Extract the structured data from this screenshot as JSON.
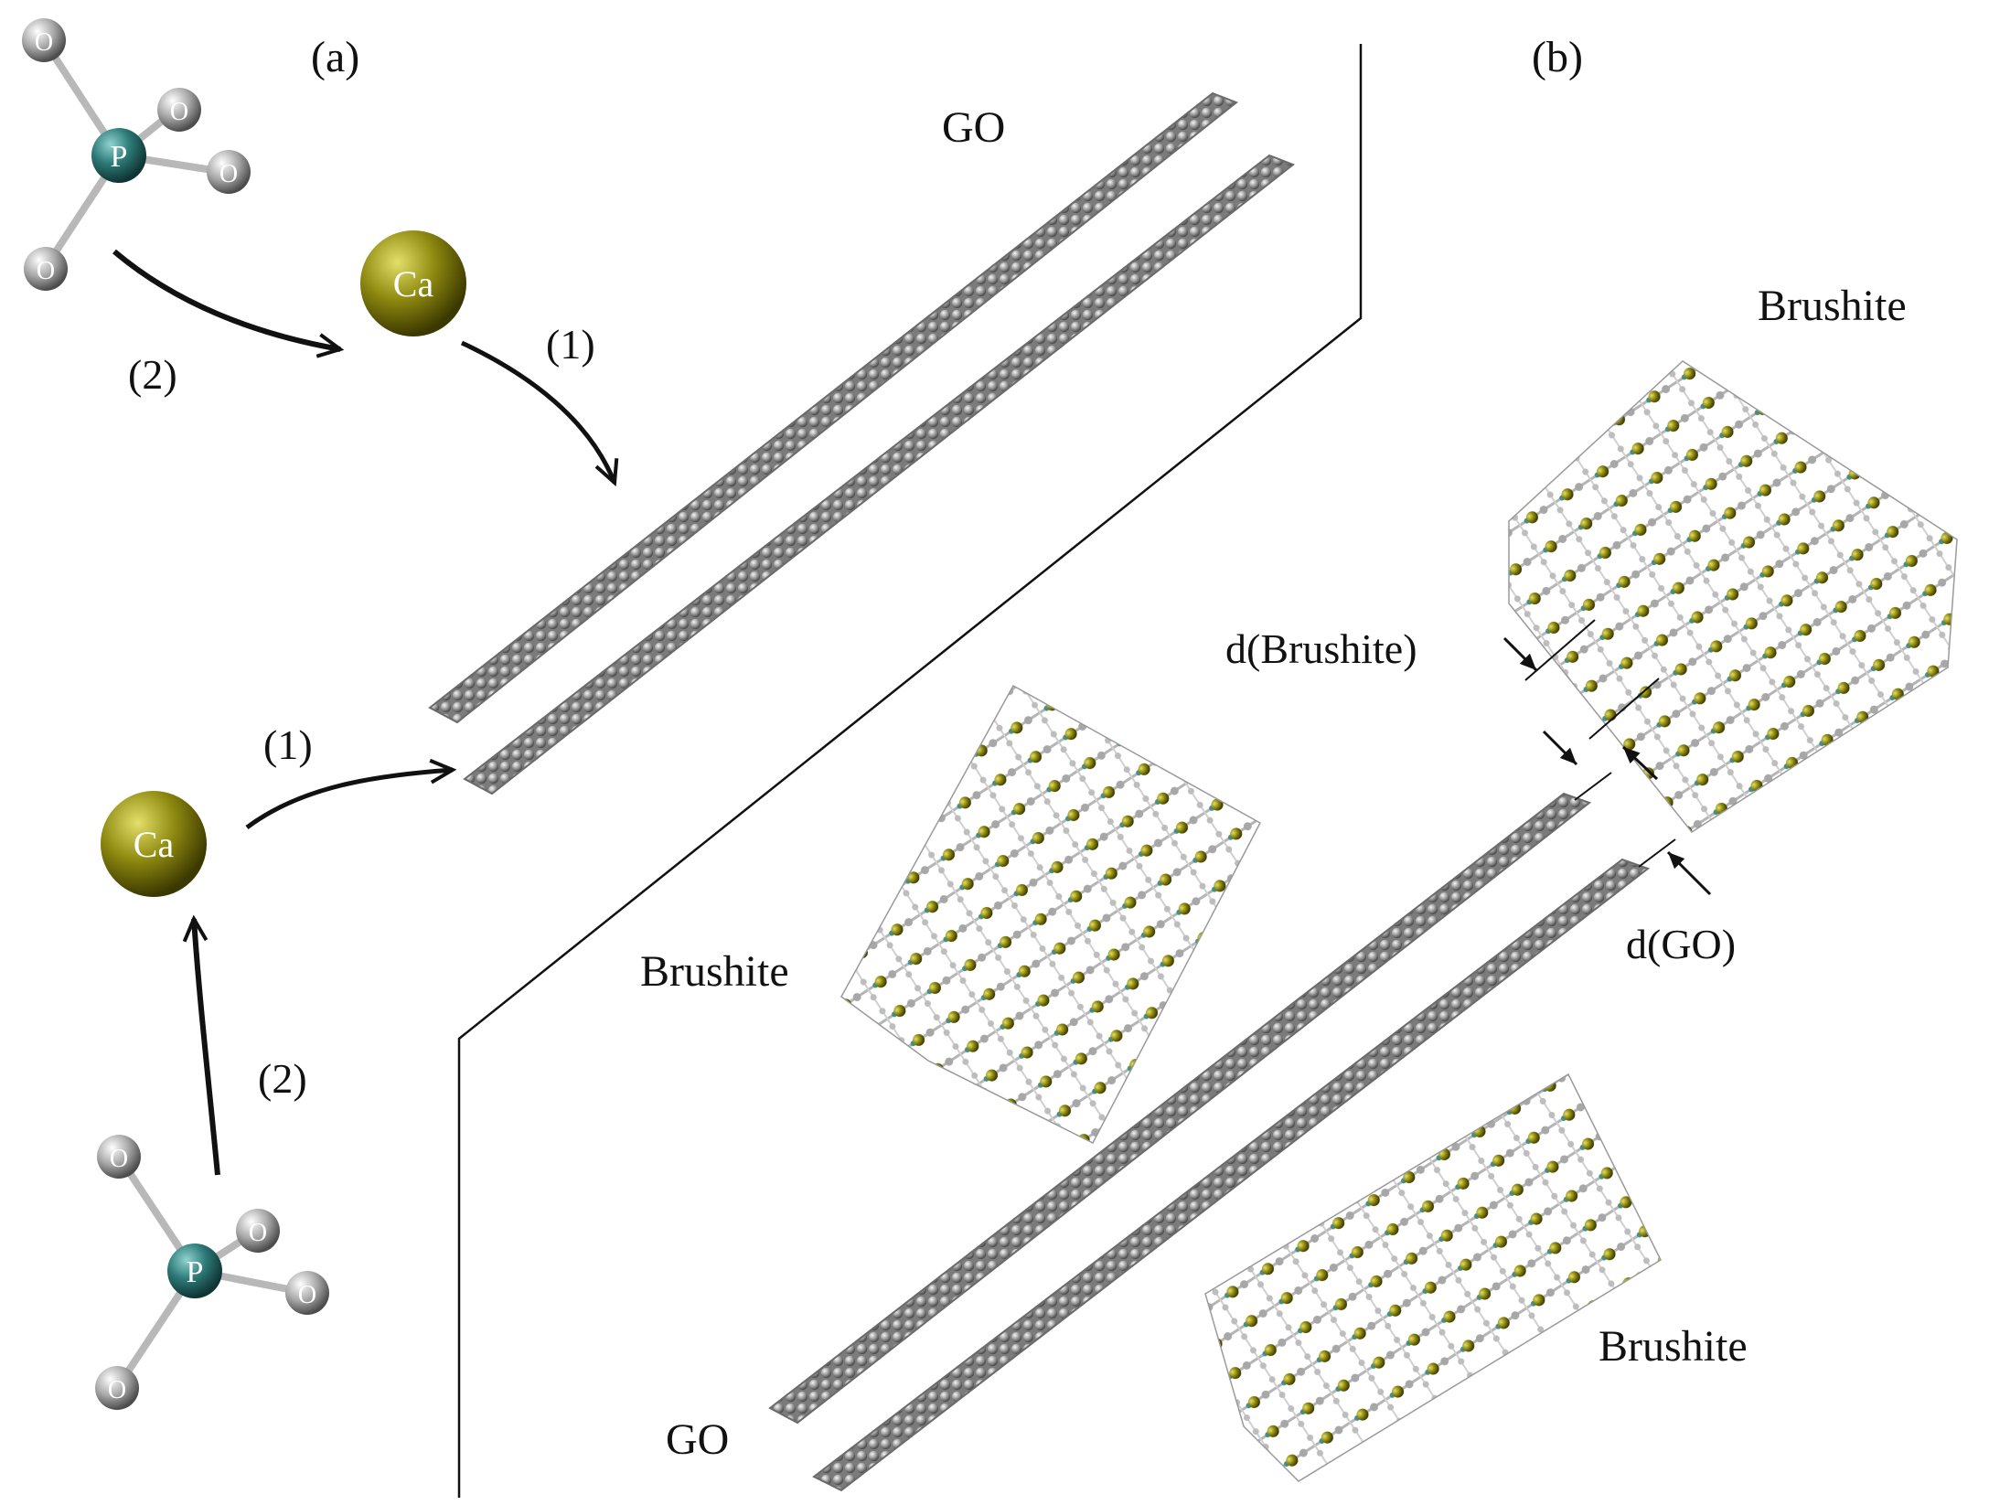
{
  "panels": {
    "a": {
      "label": "(a)"
    },
    "b": {
      "label": "(b)"
    }
  },
  "labels": {
    "go_top": "GO",
    "go_bottom": "GO",
    "step1_upper": "(1)",
    "step1_lower": "(1)",
    "step2_upper": "(2)",
    "step2_lower": "(2)",
    "brushite_top": "Brushite",
    "brushite_left": "Brushite",
    "brushite_bottom": "Brushite",
    "d_brushite": "d(Brushite)",
    "d_go": "d(GO)"
  },
  "atoms": {
    "calcium": "Ca",
    "phosphorus": "P",
    "oxygen": "O"
  },
  "colors": {
    "carbon_atom": "#8c8c8c",
    "calcium_atom": "#8f8a10",
    "phosphorus_atom": "#2d7a78",
    "oxygen_atom": "#9a9a9a",
    "line": "#111111"
  }
}
